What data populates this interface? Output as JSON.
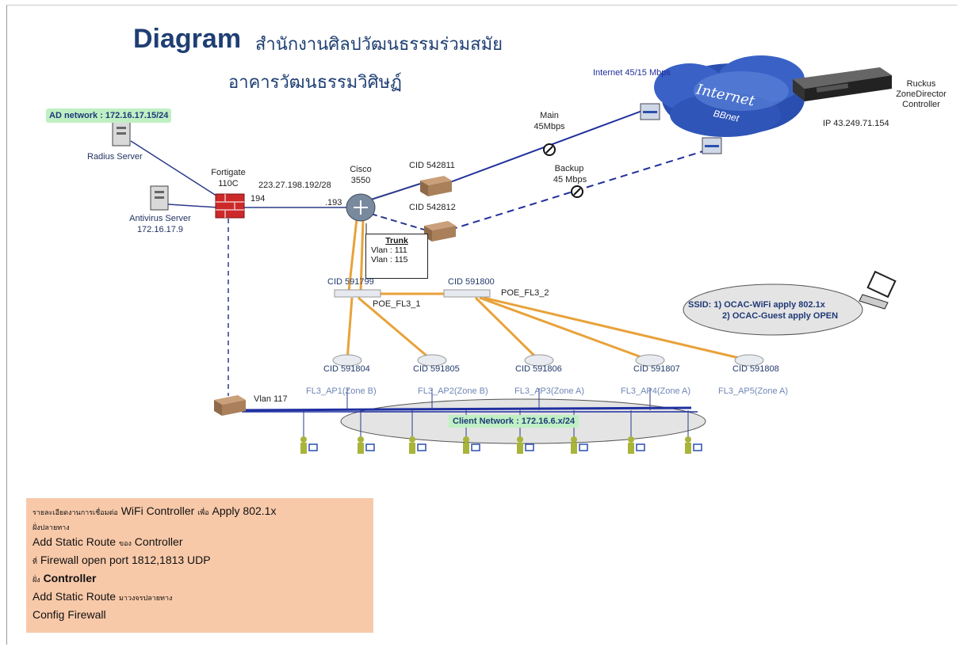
{
  "title": {
    "main": "Diagram",
    "line1": "สำนักงานศิลปวัฒนธรรมร่วมสมัย",
    "line2": "อาคารวัฒนธรรมวิศิษฏ์"
  },
  "networks": {
    "ad": "AD network : 172.16.17.15/24",
    "client": "Client Network : 172.16.6.x/24",
    "wan_subnet": "223.27.198.192/28",
    "fortigate_ip": "194",
    "cisco_ip": ".193",
    "vlan117": "Vlan 117"
  },
  "devices": {
    "radius": "Radius Server",
    "antivirus": "Antivirus Server",
    "antivirus_ip": "172.16.17.9",
    "fortigate_name": "Fortigate",
    "fortigate_model": "110C",
    "cisco_name": "Cisco",
    "cisco_model": "3550",
    "cid_main": "CID 542811",
    "cid_backup": "CID 542812",
    "main_link": "Main",
    "main_speed": "45Mbps",
    "backup_link": "Backup",
    "backup_speed": "45 Mbps",
    "internet_speed": "Internet 45/15 Mbps",
    "internet_cloud": "Internet",
    "cloud_isp": "BBnet",
    "ruckus_l1": "Ruckus",
    "ruckus_l2": "ZoneDirector",
    "ruckus_l3": "Controller",
    "ruckus_ip": "IP 43.249.71.154",
    "cid_sw1": "CID 591799",
    "cid_sw2": "CID 591800",
    "poe1": "POE_FL3_1",
    "poe2": "POE_FL3_2"
  },
  "trunk": {
    "title": "Trunk",
    "vlan1": "Vlan : 111",
    "vlan2": "Vlan : 115"
  },
  "ssid": {
    "line1": "SSID: 1) OCAC-WiFi apply 802.1x",
    "line2": "2) OCAC-Guest apply OPEN"
  },
  "access_points": [
    {
      "cid": "CID 591804",
      "name": "FL3_AP1(Zone B)"
    },
    {
      "cid": "CID 591805",
      "name": "FL3_AP2(Zone B)"
    },
    {
      "cid": "CID 591806",
      "name": "FL3_AP3(Zone A)"
    },
    {
      "cid": "CID 591807",
      "name": "FL3_AP4(Zone A)"
    },
    {
      "cid": "CID 591808",
      "name": "FL3_AP5(Zone A)"
    }
  ],
  "notes": {
    "l1_small": "รายละเอียดงานการเชื่อมต่อ",
    "l1_big": "WiFi Controller",
    "l1_small2": "เพื่อ",
    "l1_big2": "Apply 802.1x",
    "l2": "ฝั่งปลายทาง",
    "l3_a": "Add Static Route",
    "l3_small": "ของ",
    "l3_b": "Controller",
    "l4_small": "ที่",
    "l4": "Firewall open port 1812,1813 UDP",
    "l5_small": "ฝั่ง",
    "l5": "Controller",
    "l6_a": "Add Static Route",
    "l6_small": "มาวงจรปลายทาง",
    "l7": "Config Firewall"
  }
}
